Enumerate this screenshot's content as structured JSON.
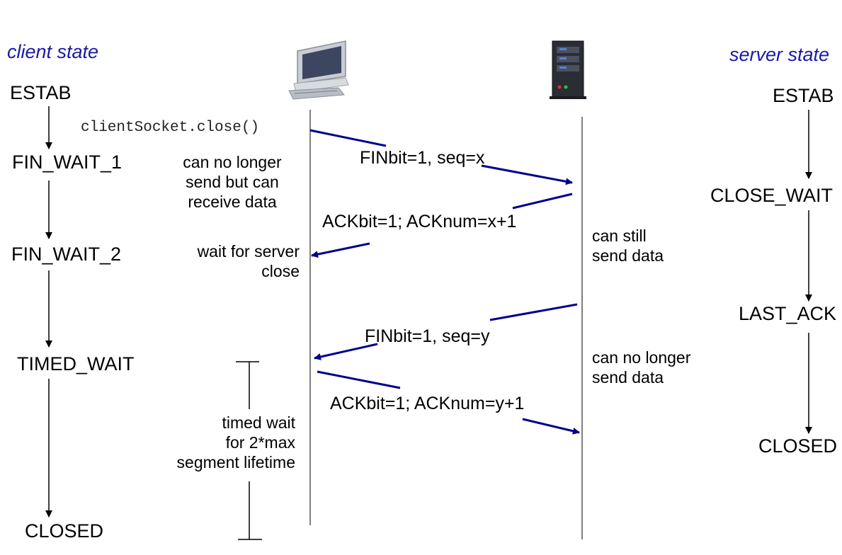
{
  "client": {
    "heading": "client state",
    "states": [
      "ESTAB",
      "FIN_WAIT_1",
      "FIN_WAIT_2",
      "TIMED_WAIT",
      "CLOSED"
    ],
    "call": "clientSocket.close()",
    "notes": {
      "fin_wait_1": "can no longer\nsend but can\nreceive data",
      "fin_wait_2": "wait for server\nclose",
      "timed_wait": "timed wait\nfor 2*max\nsegment lifetime"
    },
    "icon": "desktop-computer-icon"
  },
  "server": {
    "heading": "server state",
    "states": [
      "ESTAB",
      "CLOSE_WAIT",
      "LAST_ACK",
      "CLOSED"
    ],
    "notes": {
      "close_wait": "can still\nsend data",
      "last_ack": "can no longer\nsend data"
    },
    "icon": "server-tower-icon"
  },
  "messages": [
    "FINbit=1, seq=x",
    "ACKbit=1; ACKnum=x+1",
    "FINbit=1, seq=y",
    "ACKbit=1; ACKnum=y+1"
  ],
  "colors": {
    "arrow": "#00008b",
    "heading": "#1a1aa6",
    "timeline": "#555555"
  }
}
